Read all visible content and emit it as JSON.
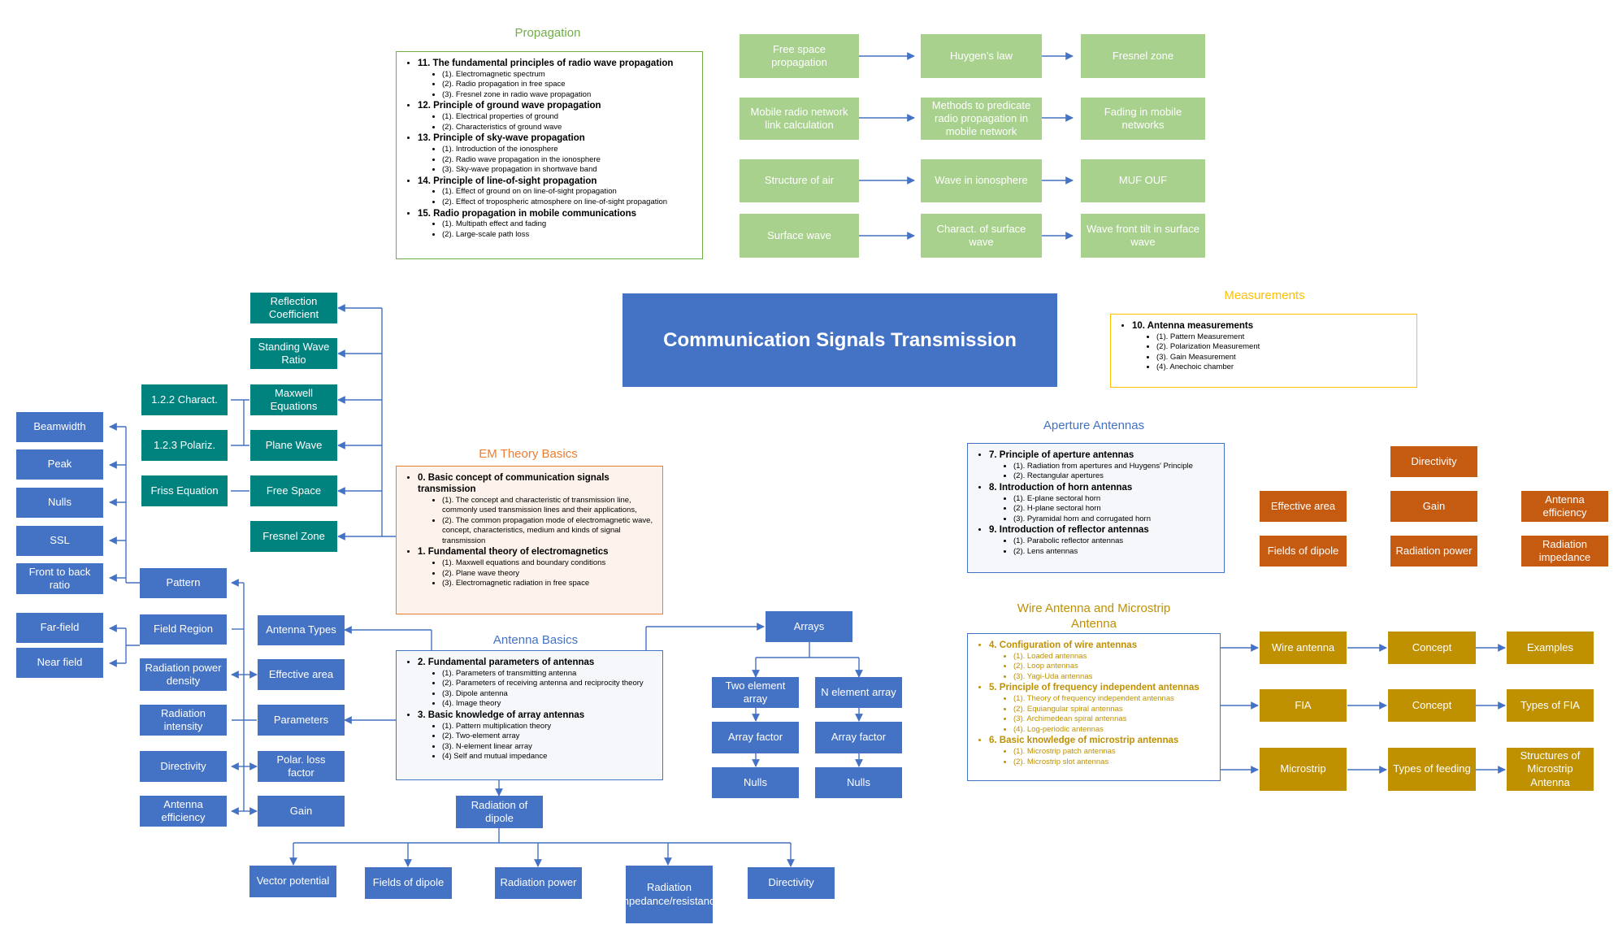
{
  "title": "Communication Signals Transmission",
  "headings": {
    "propagation": "Propagation",
    "measurements": "Measurements",
    "aperture": "Aperture Antennas",
    "em_theory": "EM Theory Basics",
    "antenna_basics": "Antenna Basics",
    "wire": "Wire Antenna and Microstrip Antenna"
  },
  "propagation_panel": [
    {
      "title": "11. The fundamental principles of radio wave propagation",
      "items": [
        "(1). Electromagnetic spectrum",
        "(2). Radio propagation in free space",
        "(3). Fresnel zone in radio wave propagation"
      ]
    },
    {
      "title": "12. Principle of ground wave propagation",
      "items": [
        "(1). Electrical properties of ground",
        "(2). Characteristics of ground wave"
      ]
    },
    {
      "title": "13. Principle of sky-wave propagation",
      "items": [
        "(1). Introduction of the ionosphere",
        "(2). Radio wave propagation in the ionosphere",
        "(3). Sky-wave propagation in shortwave band"
      ]
    },
    {
      "title": "14. Principle of line-of-sight propagation",
      "items": [
        "(1). Effect of ground on on line-of-sight propagation",
        "(2). Effect of tropospheric atmosphere on line-of-sight propagation"
      ]
    },
    {
      "title": "15. Radio propagation in mobile communications",
      "items": [
        "(1). Multipath effect and fading",
        "(2). Large-scale path loss"
      ]
    }
  ],
  "measurements_panel": [
    {
      "title": "10. Antenna measurements",
      "items": [
        "(1). Pattern Measurement",
        "(2). Polarization Measurement",
        "(3). Gain Measurement",
        "(4). Anechoic chamber"
      ]
    }
  ],
  "aperture_panel": [
    {
      "title": "7. Principle of aperture antennas",
      "items": [
        "(1). Radiation from apertures and Huygens' Principle",
        "(2). Rectangular apertures"
      ]
    },
    {
      "title": "8. Introduction of horn antennas",
      "items": [
        "(1). E-plane sectoral horn",
        "(2). H-plane sectoral horn",
        "(3). Pyramidal horn and corrugated horn"
      ]
    },
    {
      "title": "9. Introduction of reflector antennas",
      "items": [
        "(1). Parabolic reflector antennas",
        "(2). Lens antennas"
      ]
    }
  ],
  "em_panel": [
    {
      "title": "0. Basic concept of communication signals transmission",
      "items": [
        "(1). The concept and characteristic of transmission line, commonly used transmission lines and their applications,",
        "(2). The common propagation mode of electromagnetic wave, concept, characteristics, medium and kinds of signal transmission"
      ]
    },
    {
      "title": "1. Fundamental theory of electromagnetics",
      "items": [
        "(1). Maxwell equations and boundary conditions",
        "(2). Plane wave theory",
        "(3). Electromagnetic radiation in free space"
      ]
    }
  ],
  "antenna_panel": [
    {
      "title": "2. Fundamental parameters of antennas",
      "items": [
        "(1). Parameters of transmitting antenna",
        "(2). Parameters of receiving antenna and reciprocity theory",
        "(3). Dipole antenna",
        "(4). Image theory"
      ]
    },
    {
      "title": "3. Basic knowledge of array antennas",
      "items": [
        "(1). Pattern multiplication theory",
        "(2). Two-element array",
        "(3). N-element linear array",
        "(4) Self and mutual impedance"
      ]
    }
  ],
  "wire_panel": [
    {
      "title": "4. Configuration of wire antennas",
      "items": [
        "(1). Loaded antennas",
        "(2). Loop antennas",
        "(3). Yagi-Uda antennas"
      ]
    },
    {
      "title": "5. Principle of frequency independent antennas",
      "items": [
        "(1). Theory of frequency independent antennas",
        "(2). Equiangular spiral antennas",
        "(3). Archimedean spiral antennas",
        "(4). Log-periodic antennas"
      ]
    },
    {
      "title": "6. Basic knowledge of microstrip antennas",
      "items": [
        "(1). Microstrip patch antennas",
        "(2). Microstrip slot antennas"
      ]
    }
  ],
  "prop_boxes": {
    "free_space_propagation": "Free space propagation",
    "huygens_law": "Huygen’s law",
    "fresnel_zone": "Fresnel zone",
    "mobile_link": "Mobile radio network link calculation",
    "methods_predicate": "Methods to predicate radio propagation in mobile network",
    "fading_mobile": "Fading in mobile networks",
    "structure_air": "Structure of air",
    "wave_ionosphere": "Wave in ionosphere",
    "muf_ouf": "MUF OUF",
    "surface_wave": "Surface wave",
    "charact_surface": "Charact. of surface wave",
    "wave_front_tilt": "Wave front tilt in surface wave"
  },
  "em_boxes": {
    "reflection_coefficient": "Reflection Coefficient",
    "standing_wave_ratio": "Standing Wave Ratio",
    "maxwell_equations": "Maxwell Equations",
    "plane_wave": "Plane Wave",
    "free_space": "Free Space",
    "fresnel_zone": "Fresnel Zone",
    "charact_122": "1.2.2 Charact.",
    "polariz_123": "1.2.3 Polariz.",
    "friss_equation": "Friss Equation"
  },
  "pattern_boxes": {
    "beamwidth": "Beamwidth",
    "peak": "Peak",
    "nulls": "Nulls",
    "ssl": "SSL",
    "front_to_back": "Front to back ratio",
    "far_field": "Far-field",
    "near_field": "Near field",
    "pattern": "Pattern",
    "field_region": "Field Region",
    "radiation_power_density": "Radiation power density",
    "radiation_intensity": "Radiation intensity",
    "directivity": "Directivity",
    "antenna_efficiency": "Antenna efficiency"
  },
  "param_boxes": {
    "antenna_types": "Antenna Types",
    "effective_area": "Effective area",
    "parameters": "Parameters",
    "polar_loss_factor": "Polar. loss factor",
    "gain": "Gain"
  },
  "array_boxes": {
    "arrays": "Arrays",
    "two_element_array": "Two element array",
    "n_element_array": "N element array",
    "array_factor_1": "Array factor",
    "array_factor_2": "Array factor",
    "nulls_1": "Nulls",
    "nulls_2": "Nulls"
  },
  "dipole_boxes": {
    "radiation_of_dipole": "Radiation of dipole",
    "vector_potential": "Vector potential",
    "fields_of_dipole": "Fields of dipole",
    "radiation_power": "Radiation power",
    "radiation_impedance": "Radiation impedance/resistance",
    "directivity": "Directivity"
  },
  "aperture_boxes": {
    "directivity": "Directivity",
    "effective_area": "Effective area",
    "gain": "Gain",
    "antenna_efficiency": "Antenna efficiency",
    "fields_of_dipole": "Fields of dipole",
    "radiation_power": "Radiation power",
    "radiation_impedance": "Radiation impedance"
  },
  "wire_boxes": {
    "wire_antenna": "Wire antenna",
    "concept_1": "Concept",
    "examples": "Examples",
    "fia": "FIA",
    "concept_2": "Concept",
    "types_of_fia": "Types of FIA",
    "microstrip": "Microstrip",
    "types_of_feeding": "Types of feeding",
    "structures_microstrip": "Structures of Microstrip Antenna"
  },
  "colors": {
    "green": "#a9d18e",
    "blue": "#4472c4",
    "teal": "#00827f",
    "orange": "#c55a11",
    "gold": "#bf9000",
    "connector": "#4472c4"
  }
}
